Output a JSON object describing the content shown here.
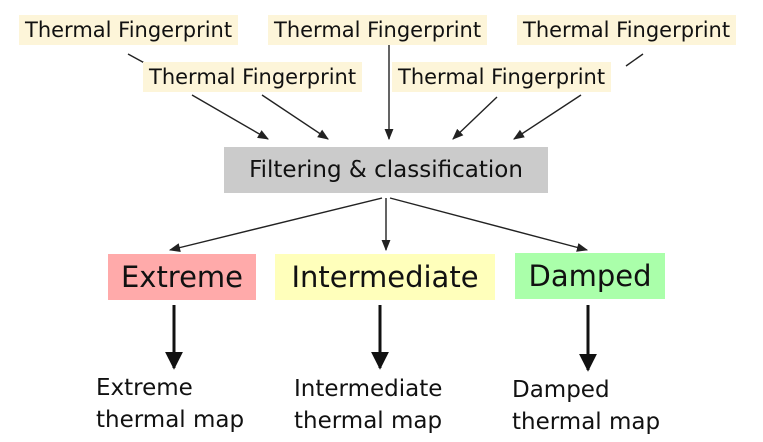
{
  "inputs": [
    {
      "label": "Thermal Fingerprint"
    },
    {
      "label": "Thermal Fingerprint"
    },
    {
      "label": "Thermal Fingerprint"
    },
    {
      "label": "Thermal Fingerprint"
    },
    {
      "label": "Thermal Fingerprint"
    }
  ],
  "process": {
    "label": "Filtering & classification"
  },
  "categories": [
    {
      "label": "Extreme",
      "color": "#ffaaaa"
    },
    {
      "label": "Intermediate",
      "color": "#ffffbb"
    },
    {
      "label": "Damped",
      "color": "#aaffaa"
    }
  ],
  "outputs": [
    {
      "line1": "Extreme",
      "line2": "thermal map"
    },
    {
      "line1": "Intermediate",
      "line2": "thermal map"
    },
    {
      "line1": "Damped",
      "line2": "thermal map"
    }
  ]
}
